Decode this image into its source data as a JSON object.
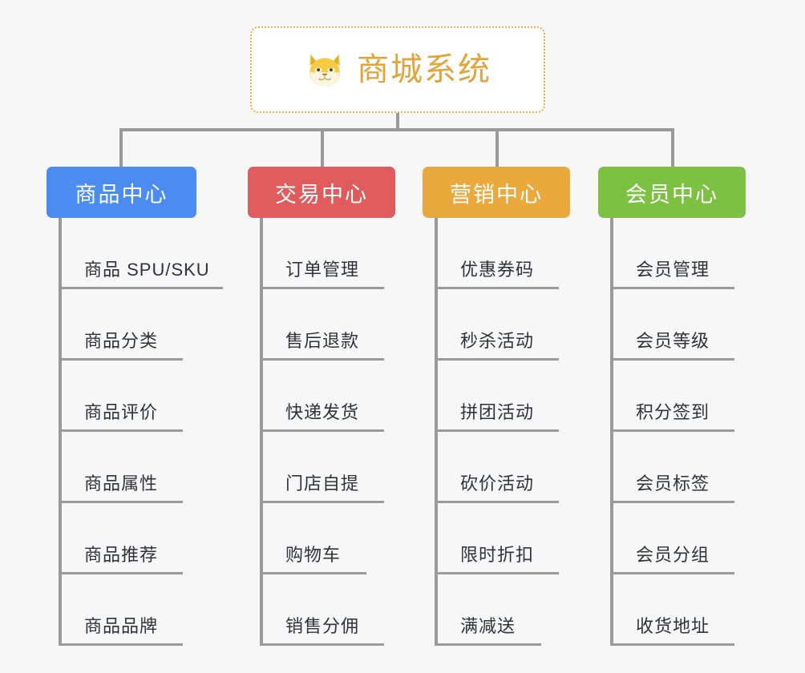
{
  "page": {
    "background_color": "#f7f7f7",
    "line_color": "#9a9a9a"
  },
  "root": {
    "title": "商城系统",
    "icon": "dog-face-emoji",
    "text_color": "#e0a43a",
    "border_color": "#e8b04a",
    "background_color": "#ffffff"
  },
  "branches": [
    {
      "label": "商品中心",
      "color": "#4a8cf0",
      "items": [
        "商品 SPU/SKU",
        "商品分类",
        "商品评价",
        "商品属性",
        "商品推荐",
        "商品品牌"
      ]
    },
    {
      "label": "交易中心",
      "color": "#e05c5c",
      "items": [
        "订单管理",
        "售后退款",
        "快递发货",
        "门店自提",
        "购物车",
        "销售分佣"
      ]
    },
    {
      "label": "营销中心",
      "color": "#eaa93c",
      "items": [
        "优惠券码",
        "秒杀活动",
        "拼团活动",
        "砍价活动",
        "限时折扣",
        "满减送"
      ]
    },
    {
      "label": "会员中心",
      "color": "#7cc142",
      "items": [
        "会员管理",
        "会员等级",
        "积分签到",
        "会员标签",
        "会员分组",
        "收货地址"
      ]
    }
  ]
}
